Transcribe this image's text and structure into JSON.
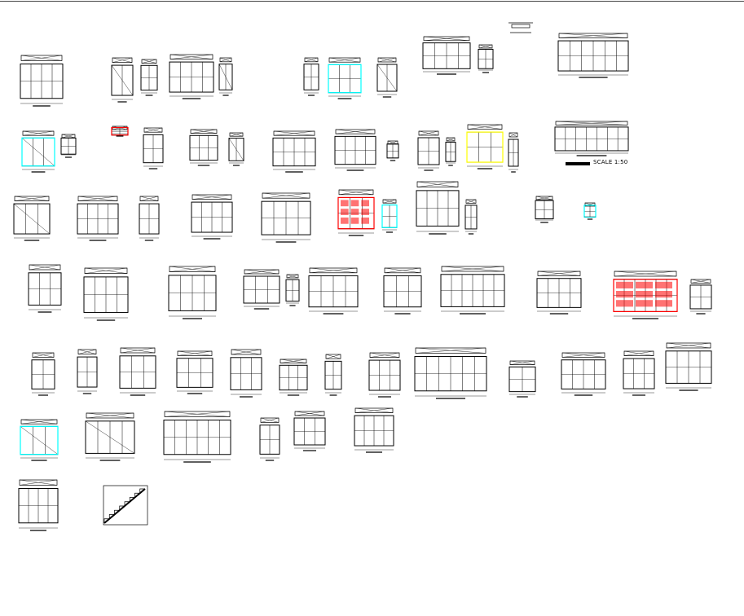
{
  "sheet": {
    "scale_label": "SCALE 1:50"
  },
  "colors": {
    "line": "#000000",
    "highlight_cyan": "#00ffff",
    "highlight_red": "#ff0000",
    "highlight_yellow": "#ffff00"
  },
  "drawings": [
    {
      "kind": "elevation",
      "accent": ""
    },
    {
      "kind": "section",
      "accent": ""
    },
    {
      "kind": "elevation",
      "accent": ""
    },
    {
      "kind": "elevation",
      "accent": ""
    },
    {
      "kind": "section",
      "accent": ""
    },
    {
      "kind": "elevation",
      "accent": ""
    },
    {
      "kind": "elevation",
      "accent": "cyan"
    },
    {
      "kind": "section",
      "accent": ""
    },
    {
      "kind": "elevation",
      "accent": ""
    },
    {
      "kind": "elevation",
      "accent": ""
    },
    {
      "kind": "ceiling-detail",
      "accent": ""
    },
    {
      "kind": "elevation",
      "accent": ""
    },
    {
      "kind": "section",
      "accent": "cyan"
    },
    {
      "kind": "elevation",
      "accent": ""
    },
    {
      "kind": "elevation",
      "accent": "red"
    },
    {
      "kind": "elevation",
      "accent": ""
    },
    {
      "kind": "elevation",
      "accent": ""
    },
    {
      "kind": "section",
      "accent": ""
    },
    {
      "kind": "elevation",
      "accent": ""
    },
    {
      "kind": "elevation",
      "accent": ""
    },
    {
      "kind": "elevation",
      "accent": ""
    },
    {
      "kind": "elevation",
      "accent": ""
    },
    {
      "kind": "elevation",
      "accent": ""
    },
    {
      "kind": "elevation",
      "accent": "yellow"
    },
    {
      "kind": "elevation",
      "accent": ""
    },
    {
      "kind": "elevation",
      "accent": ""
    },
    {
      "kind": "section",
      "accent": ""
    },
    {
      "kind": "elevation",
      "accent": ""
    },
    {
      "kind": "elevation",
      "accent": ""
    },
    {
      "kind": "elevation",
      "accent": ""
    },
    {
      "kind": "elevation",
      "accent": ""
    },
    {
      "kind": "elevation",
      "accent": "red"
    },
    {
      "kind": "elevation",
      "accent": "cyan"
    },
    {
      "kind": "elevation",
      "accent": ""
    },
    {
      "kind": "elevation",
      "accent": ""
    },
    {
      "kind": "elevation",
      "accent": ""
    },
    {
      "kind": "elevation",
      "accent": "cyan"
    },
    {
      "kind": "elevation",
      "accent": ""
    },
    {
      "kind": "elevation",
      "accent": ""
    },
    {
      "kind": "elevation",
      "accent": ""
    },
    {
      "kind": "elevation",
      "accent": ""
    },
    {
      "kind": "elevation",
      "accent": ""
    },
    {
      "kind": "elevation",
      "accent": ""
    },
    {
      "kind": "elevation",
      "accent": ""
    },
    {
      "kind": "elevation",
      "accent": ""
    },
    {
      "kind": "elevation",
      "accent": ""
    },
    {
      "kind": "elevation",
      "accent": "red"
    },
    {
      "kind": "elevation",
      "accent": ""
    },
    {
      "kind": "elevation",
      "accent": ""
    },
    {
      "kind": "elevation",
      "accent": ""
    },
    {
      "kind": "elevation",
      "accent": ""
    },
    {
      "kind": "elevation",
      "accent": ""
    },
    {
      "kind": "elevation",
      "accent": ""
    },
    {
      "kind": "elevation",
      "accent": ""
    },
    {
      "kind": "elevation",
      "accent": ""
    },
    {
      "kind": "elevation",
      "accent": ""
    },
    {
      "kind": "elevation",
      "accent": ""
    },
    {
      "kind": "elevation",
      "accent": ""
    },
    {
      "kind": "elevation",
      "accent": ""
    },
    {
      "kind": "elevation",
      "accent": ""
    },
    {
      "kind": "elevation",
      "accent": ""
    },
    {
      "kind": "section",
      "accent": "cyan"
    },
    {
      "kind": "section",
      "accent": ""
    },
    {
      "kind": "elevation",
      "accent": ""
    },
    {
      "kind": "elevation",
      "accent": ""
    },
    {
      "kind": "elevation",
      "accent": ""
    },
    {
      "kind": "elevation",
      "accent": ""
    },
    {
      "kind": "elevation",
      "accent": ""
    },
    {
      "kind": "stair-section",
      "accent": ""
    }
  ]
}
